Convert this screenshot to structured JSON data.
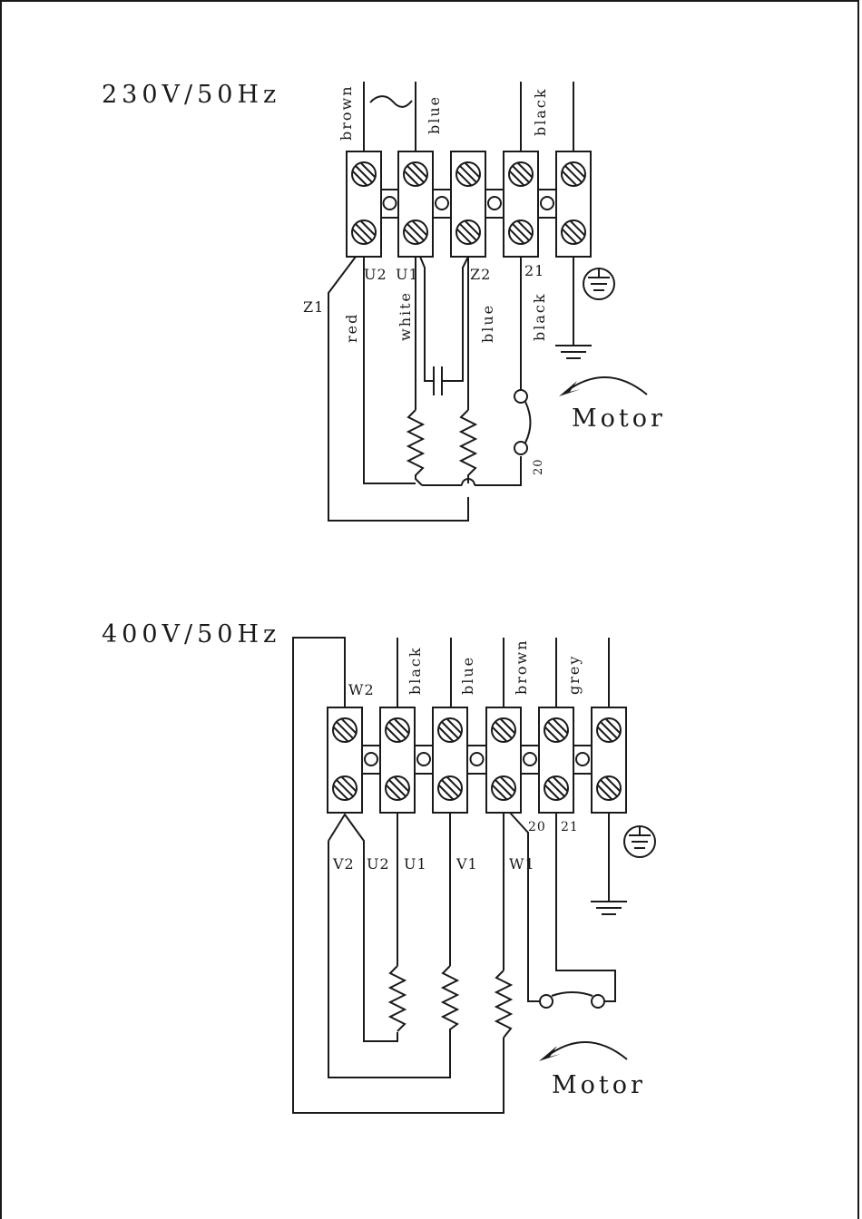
{
  "diagram_230": {
    "title": "230V/50Hz",
    "wire_top": [
      "brown",
      "blue",
      "black"
    ],
    "wire_bottom": [
      "red",
      "white",
      "blue",
      "black"
    ],
    "terminals": [
      "U2",
      "U1",
      "Z2",
      "21",
      "Z1",
      "20"
    ],
    "motor_label": "Motor"
  },
  "diagram_400": {
    "title": "400V/50Hz",
    "wire_top": [
      "black",
      "blue",
      "brown",
      "grey"
    ],
    "terminals": [
      "W2",
      "V2",
      "U2",
      "U1",
      "V1",
      "W1",
      "20",
      "21"
    ],
    "motor_label": "Motor"
  },
  "icons": [
    "terminal-screw-icon",
    "earth-symbol-icon",
    "ground-symbol-icon",
    "coil-icon",
    "capacitor-icon",
    "switch-icon",
    "rotation-arrow-icon",
    "ac-symbol-icon"
  ]
}
